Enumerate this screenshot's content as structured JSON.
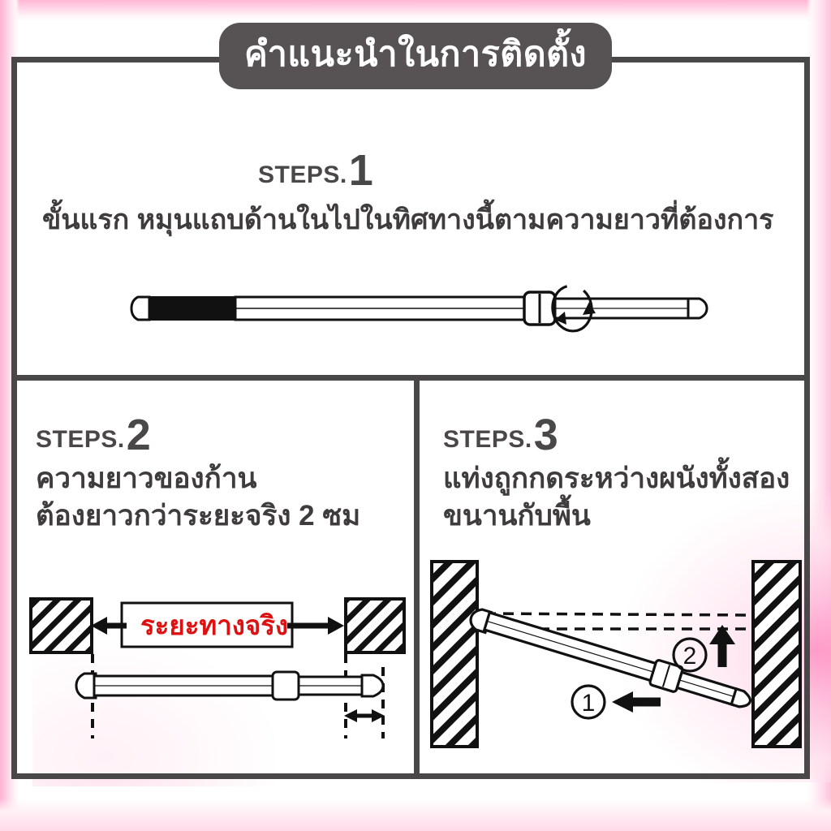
{
  "title": {
    "text": "คำแนะนำในการติดตั้ง",
    "pill_color": "#575254",
    "text_color": "#ffffff"
  },
  "colors": {
    "frame": "#4a4749",
    "body_text": "#3f3c3e",
    "accent_red": "#dd1111",
    "page_edge_pink": "#ffb7d5",
    "line": "#111111"
  },
  "steps": [
    {
      "label_word": "STEPS.",
      "label_number": "1",
      "text_lines": [
        "ขั้นแรก หมุนแถบด้านในไปในทิศทางนี้ตามความยาวที่ต้องการ"
      ],
      "illustration": "telescopic-rod-with-rotation-arrow"
    },
    {
      "label_word": "STEPS.",
      "label_number": "2",
      "text_lines": [
        "ความยาวของก้าน",
        "ต้องยาวกว่าระยะจริง 2 ซม"
      ],
      "illustration": "rod-between-walls-with-distance-label",
      "callout_label": "ระยะทางจริง"
    },
    {
      "label_word": "STEPS.",
      "label_number": "3",
      "text_lines": [
        "แท่งถูกกดระหว่างผนังทั้งสอง",
        "ขนานกับพื้น"
      ],
      "illustration": "tilted-rod-pressed-between-walls",
      "markers": [
        "①",
        "②"
      ]
    }
  ]
}
